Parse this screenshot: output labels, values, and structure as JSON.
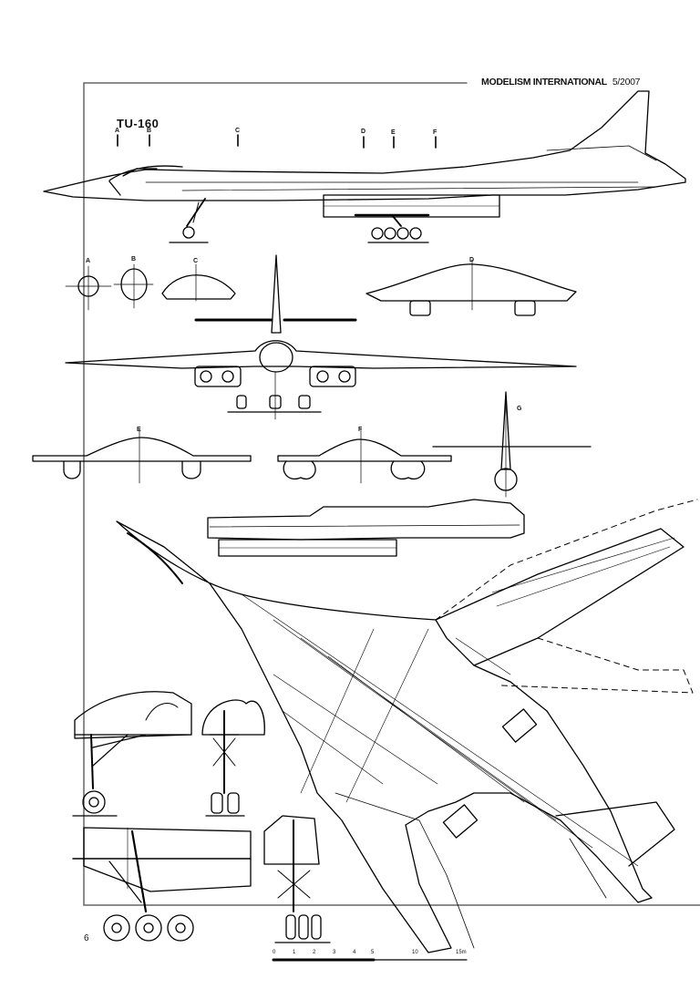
{
  "header": {
    "publication": "MODELISM INTERNATIONAL",
    "issue": "5/2007"
  },
  "aircraft_title": "TU-160",
  "section_marks": [
    "A",
    "B",
    "C",
    "D",
    "E",
    "F",
    "G"
  ],
  "page_number": "6",
  "scale_bar": {
    "ticks": [
      "0",
      "1",
      "2",
      "3",
      "4",
      "5",
      "10",
      "15m"
    ]
  }
}
